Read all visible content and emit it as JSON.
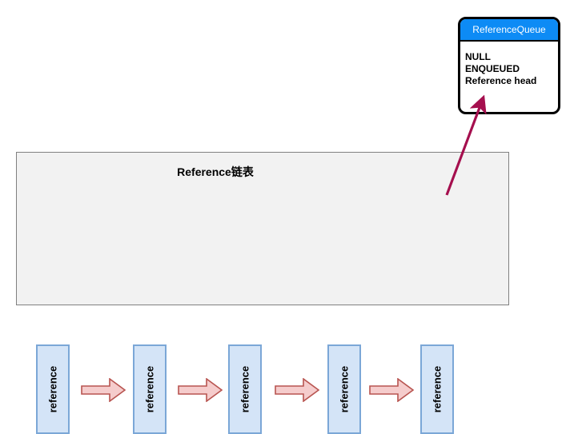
{
  "diagram": {
    "reference_queue": {
      "title": "ReferenceQueue",
      "header_color": "#0d8bf5",
      "header_text_color": "#ffffff",
      "border_color": "#000000",
      "body_color": "#ffffff",
      "lines": [
        "NULL",
        "ENQUEUED",
        "Reference head"
      ]
    },
    "list_container": {
      "title": "Reference链表",
      "fill_color": "#f2f2f2",
      "border_color": "#808080",
      "nodes": [
        {
          "label": "reference"
        },
        {
          "label": "reference"
        },
        {
          "label": "reference"
        },
        {
          "label": "reference"
        },
        {
          "label": "reference"
        }
      ],
      "node_fill_color": "#d4e4f7",
      "node_border_color": "#7ba7d7",
      "arrow_fill_color": "#f5cccc",
      "arrow_border_color": "#b85450",
      "arrow_count": 4
    },
    "pointer_arrow": {
      "color": "#a50f4e",
      "from": "reference-node-5",
      "to": "reference-queue-head"
    }
  }
}
